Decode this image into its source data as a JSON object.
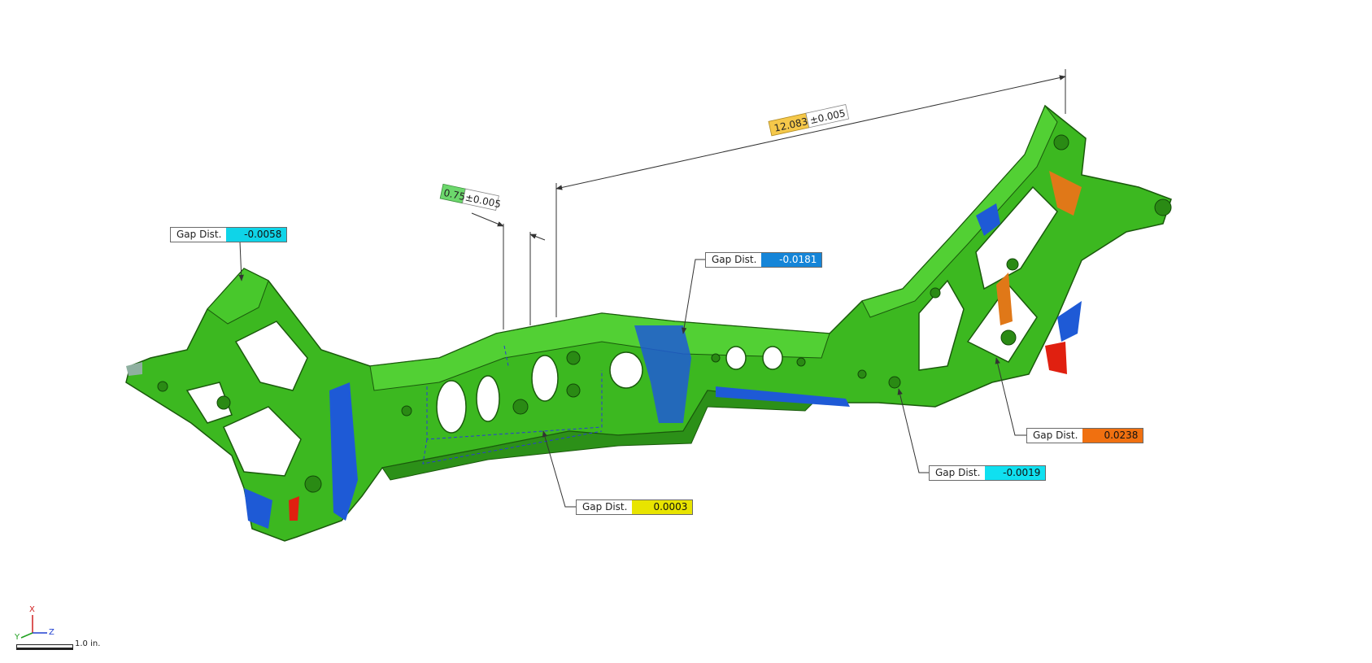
{
  "callouts": [
    {
      "id": "c1",
      "label": "Gap Dist.",
      "value": "-0.0058",
      "color": "#0fd4e8"
    },
    {
      "id": "c2",
      "label": "Gap Dist.",
      "value": "-0.0181",
      "color": "#1585d8"
    },
    {
      "id": "c3",
      "label": "Gap Dist.",
      "value": "0.0003",
      "color": "#e8e400"
    },
    {
      "id": "c4",
      "label": "Gap Dist.",
      "value": "0.0238",
      "color": "#f07010"
    },
    {
      "id": "c5",
      "label": "Gap Dist.",
      "value": "-0.0019",
      "color": "#10e0f0"
    }
  ],
  "dimensions": [
    {
      "id": "d1",
      "value": "12.083",
      "tolerance": "±0.005",
      "color": "#f5c84a"
    },
    {
      "id": "d2",
      "value": "0.75",
      "tolerance": "±0.005",
      "color": "#6cd86c"
    }
  ],
  "triad": {
    "x": "X",
    "y": "Y",
    "z": "Z"
  },
  "scale_bar": {
    "label": "1.0 in."
  },
  "colors": {
    "part_green": "#3cb820",
    "part_dark": "#1f6e10",
    "deviation_blue": "#1e5ad6",
    "deviation_red": "#e02010",
    "deviation_orange": "#e07818"
  }
}
